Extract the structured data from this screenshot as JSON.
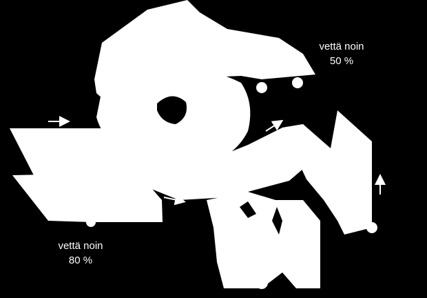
{
  "diagram": {
    "colors": {
      "background": "#000000",
      "shapes": "#ffffff"
    },
    "labels": {
      "top_right": {
        "line1": "vettä noin",
        "line2": "50 %"
      },
      "bottom_left": {
        "line1": "vettä noin",
        "line2": "80 %"
      }
    },
    "arrows": [
      {
        "name": "arrow-right-left-sheet",
        "direction": "right"
      },
      {
        "name": "arrow-right-center-conveyor",
        "direction": "right"
      },
      {
        "name": "arrow-up-right-press",
        "direction": "up-right"
      },
      {
        "name": "arrow-up-right-column",
        "direction": "up"
      }
    ]
  }
}
